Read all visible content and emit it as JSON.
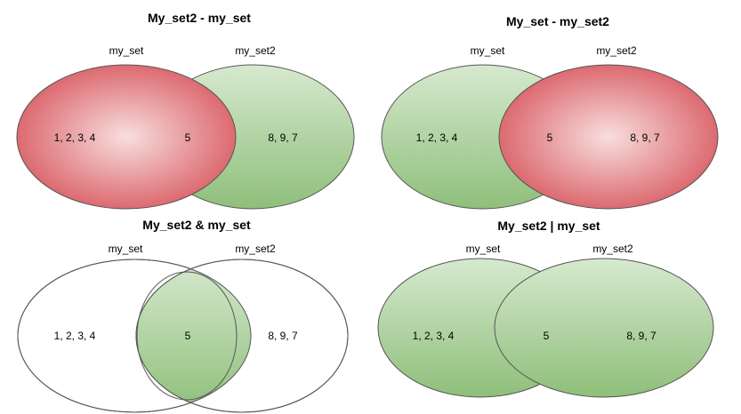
{
  "colors": {
    "green_top": "#d6e9cf",
    "green_bottom": "#8fbf7a",
    "red_center": "#f8dede",
    "red_edge": "#dc6a70",
    "outline": "#555555"
  },
  "diagrams": [
    {
      "title": "My_set2 - my_set",
      "left_label": "my_set",
      "right_label": "my_set2",
      "left_only": "1, 2, 3, 4",
      "intersection": "5",
      "right_only": "8, 9, 7",
      "highlight": "left-red"
    },
    {
      "title": "My_set - my_set2",
      "left_label": "my_set",
      "right_label": "my_set2",
      "left_only": "1, 2, 3, 4",
      "intersection": "5",
      "right_only": "8, 9, 7",
      "highlight": "right-red"
    },
    {
      "title": "My_set2 & my_set",
      "left_label": "my_set",
      "right_label": "my_set2",
      "left_only": "1, 2, 3, 4",
      "intersection": "5",
      "right_only": "8, 9, 7",
      "highlight": "intersection"
    },
    {
      "title": "My_set2 | my_set",
      "left_label": "my_set",
      "right_label": "my_set2",
      "left_only": "1, 2, 3, 4",
      "intersection": "5",
      "right_only": "8, 9, 7",
      "highlight": "union"
    }
  ]
}
